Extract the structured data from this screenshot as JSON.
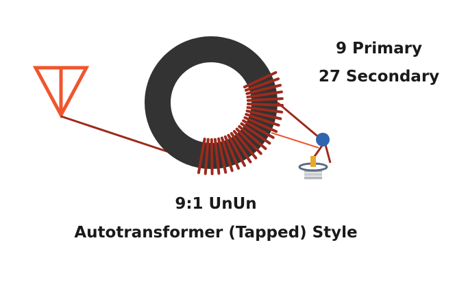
{
  "turns": {
    "primary": "9 Primary",
    "secondary": "27 Secondary"
  },
  "title": {
    "line1": "9:1 UnUn",
    "line2": "Autotransformer (Tapped) Style"
  },
  "colors": {
    "antenna": "#f0552e",
    "wire": "#9c2a1c",
    "core": "#333333",
    "coax_center": "#2f65b0",
    "coax_pin": "#e9a92a",
    "connector_body": "#c9cbd0",
    "text": "#1a1a1a"
  },
  "icons": {
    "antenna": "antenna-icon",
    "connector": "coax-connector-icon"
  }
}
